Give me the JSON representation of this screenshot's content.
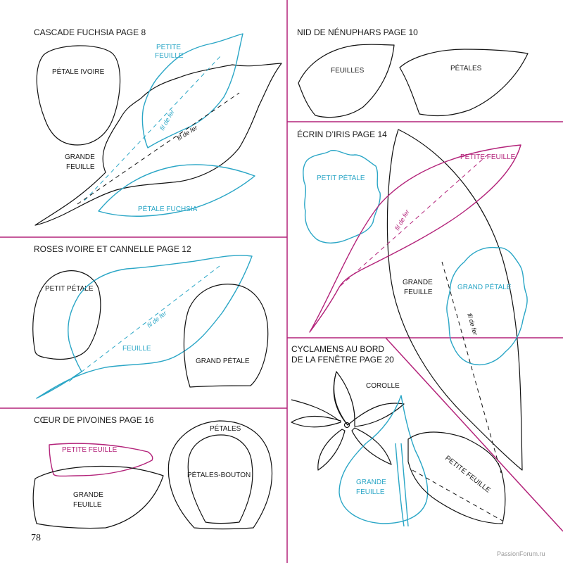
{
  "colors": {
    "black": "#111111",
    "teal": "#2aa6c6",
    "magenta": "#b3237a"
  },
  "sections": {
    "cascade": {
      "title": "CASCADE FUCHSIA PAGE 8",
      "petale_ivoire": "PÉTALE IVOIRE",
      "petite_feuille_1": "PETITE",
      "petite_feuille_2": "FEUILLE",
      "grande_feuille_1": "GRANDE",
      "grande_feuille_2": "FEUILLE",
      "grain_1": "fil de fer",
      "grain_2": "fil de fer",
      "petale_fuchsia": "PÉTALE FUCHSIA"
    },
    "nenuphars": {
      "title": "NID DE NÉNUPHARS PAGE 10",
      "feuilles": "FEUILLES",
      "petales": "PÉTALES"
    },
    "iris": {
      "title": "ÉCRIN D’IRIS PAGE 14",
      "petit_petale": "PETIT PÉTALE",
      "petite_feuille": "PETITE FEUILLE",
      "grain_1": "fil de fer",
      "grande_feuille_1": "GRANDE",
      "grande_feuille_2": "FEUILLE",
      "grand_petale": "GRAND PÉTALE",
      "grain_2": "fil de fer"
    },
    "roses": {
      "title": "ROSES IVOIRE ET CANNELLE PAGE 12",
      "petit_petale": "PETIT PÉTALE",
      "grain": "fil de fer",
      "feuille": "FEUILLE",
      "grand_petale": "GRAND PÉTALE"
    },
    "cyclamens": {
      "title_1": "CYCLAMENS AU BORD",
      "title_2": "DE LA FENÊTRE PAGE 20",
      "corolle": "COROLLE",
      "grande_feuille_1": "GRANDE",
      "grande_feuille_2": "FEUILLE",
      "petite_feuille": "PETITE FEUILLE"
    },
    "pivoines": {
      "title": "CŒUR DE PIVOINES PAGE 16",
      "petite_feuille": "PETITE FEUILLE",
      "grande_feuille_1": "GRANDE",
      "grande_feuille_2": "FEUILLE",
      "petales": "PÉTALES",
      "petales_bouton": "PÉTALES-BOUTON"
    }
  },
  "page_number": "78",
  "watermark": "PassionForum.ru"
}
